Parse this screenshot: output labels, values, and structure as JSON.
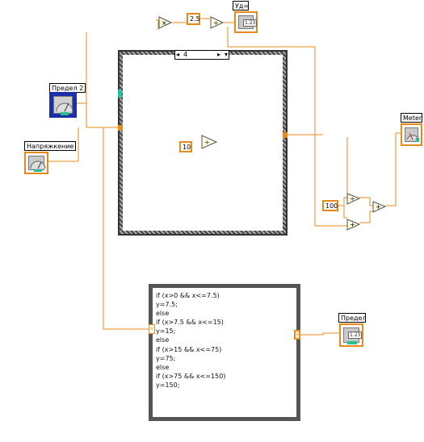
{
  "labels": {
    "ud": "Уд=",
    "predel2": "Предел 2",
    "napryazhenie": "Напряжкение",
    "meter": "Meter",
    "predel": "Предел"
  },
  "constants": {
    "c25": "2.5",
    "c10": "10",
    "c100": "100"
  },
  "case_selector": {
    "value": "4",
    "decrement_arrow": "◂",
    "increment_arrow": "▸",
    "dropdown_arrow": "▾"
  },
  "numeric_indicator_text": "1.23",
  "formula_code": "if (x>0 && x<=7.5)\ny=7.5;\nelse\nif (x>7.5 && x<=15)\ny=15;\nelse\nif (x>15 && x<=75)\ny=75;\nelse\nif (x>75 && x<=150)\ny=150;",
  "formula_io": {
    "input": "x",
    "output": "y"
  },
  "colors": {
    "wire": "#e88a1a",
    "control_border": "#1b2fa6",
    "structure": "#333333"
  }
}
